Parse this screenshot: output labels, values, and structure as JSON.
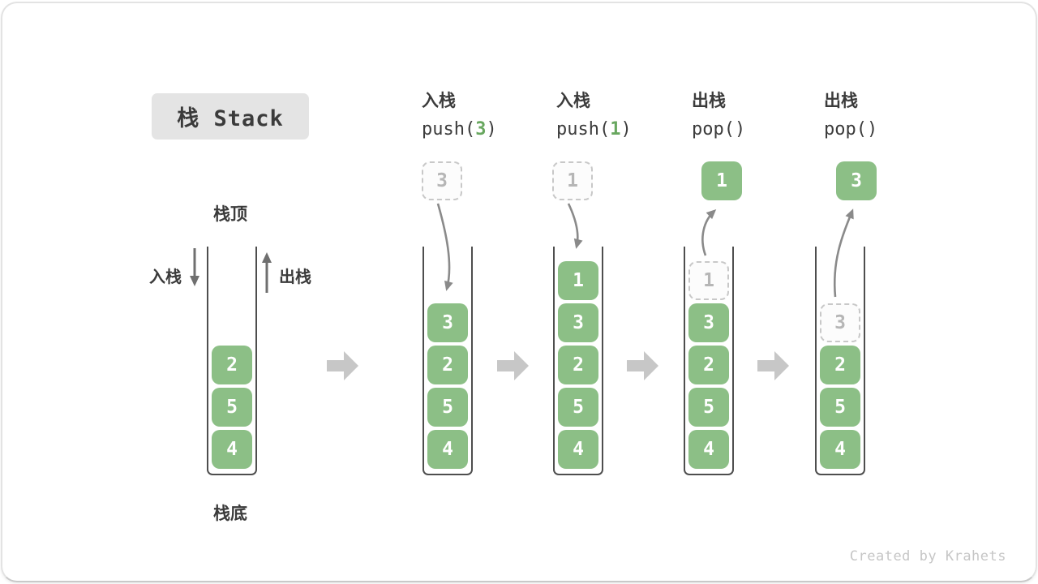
{
  "title": "栈 Stack",
  "watermark": "Created by Krahets",
  "legend": {
    "stack_top": "栈顶",
    "stack_bottom": "栈底",
    "push": "入栈",
    "pop": "出栈"
  },
  "base_stack": {
    "cells": [
      "2",
      "5",
      "4"
    ]
  },
  "steps": [
    {
      "op": "入栈",
      "call_pre": "push(",
      "call_arg": "3",
      "call_post": ")",
      "floating_value": "3",
      "floating_style": "dashed",
      "arrow": "push-in",
      "ghost": "",
      "cells": [
        "3",
        "2",
        "5",
        "4"
      ]
    },
    {
      "op": "入栈",
      "call_pre": "push(",
      "call_arg": "1",
      "call_post": ")",
      "floating_value": "1",
      "floating_style": "dashed",
      "arrow": "push-in",
      "ghost": "",
      "cells": [
        "1",
        "3",
        "2",
        "5",
        "4"
      ]
    },
    {
      "op": "出栈",
      "call_pre": "pop(",
      "call_arg": "",
      "call_post": ")",
      "floating_value": "1",
      "floating_style": "solid",
      "arrow": "pop-out",
      "ghost": "1",
      "cells": [
        "3",
        "2",
        "5",
        "4"
      ]
    },
    {
      "op": "出栈",
      "call_pre": "pop(",
      "call_arg": "",
      "call_post": ")",
      "floating_value": "3",
      "floating_style": "solid",
      "arrow": "pop-out",
      "ghost": "3",
      "cells": [
        "2",
        "5",
        "4"
      ]
    }
  ],
  "colors": {
    "cell_green": "#8CBF86",
    "arg_green": "#68A75F",
    "arrow_gray": "#8A8A8A",
    "block_arrow_gray": "#C7C7C7",
    "title_bg": "#E4E4E4",
    "text_dark": "#3B3B3B",
    "ghost_border": "#C8C8C8",
    "ghost_text": "#B6B6B6",
    "stack_wall": "#4E4E4E",
    "watermark_gray": "#C6C6C6"
  }
}
